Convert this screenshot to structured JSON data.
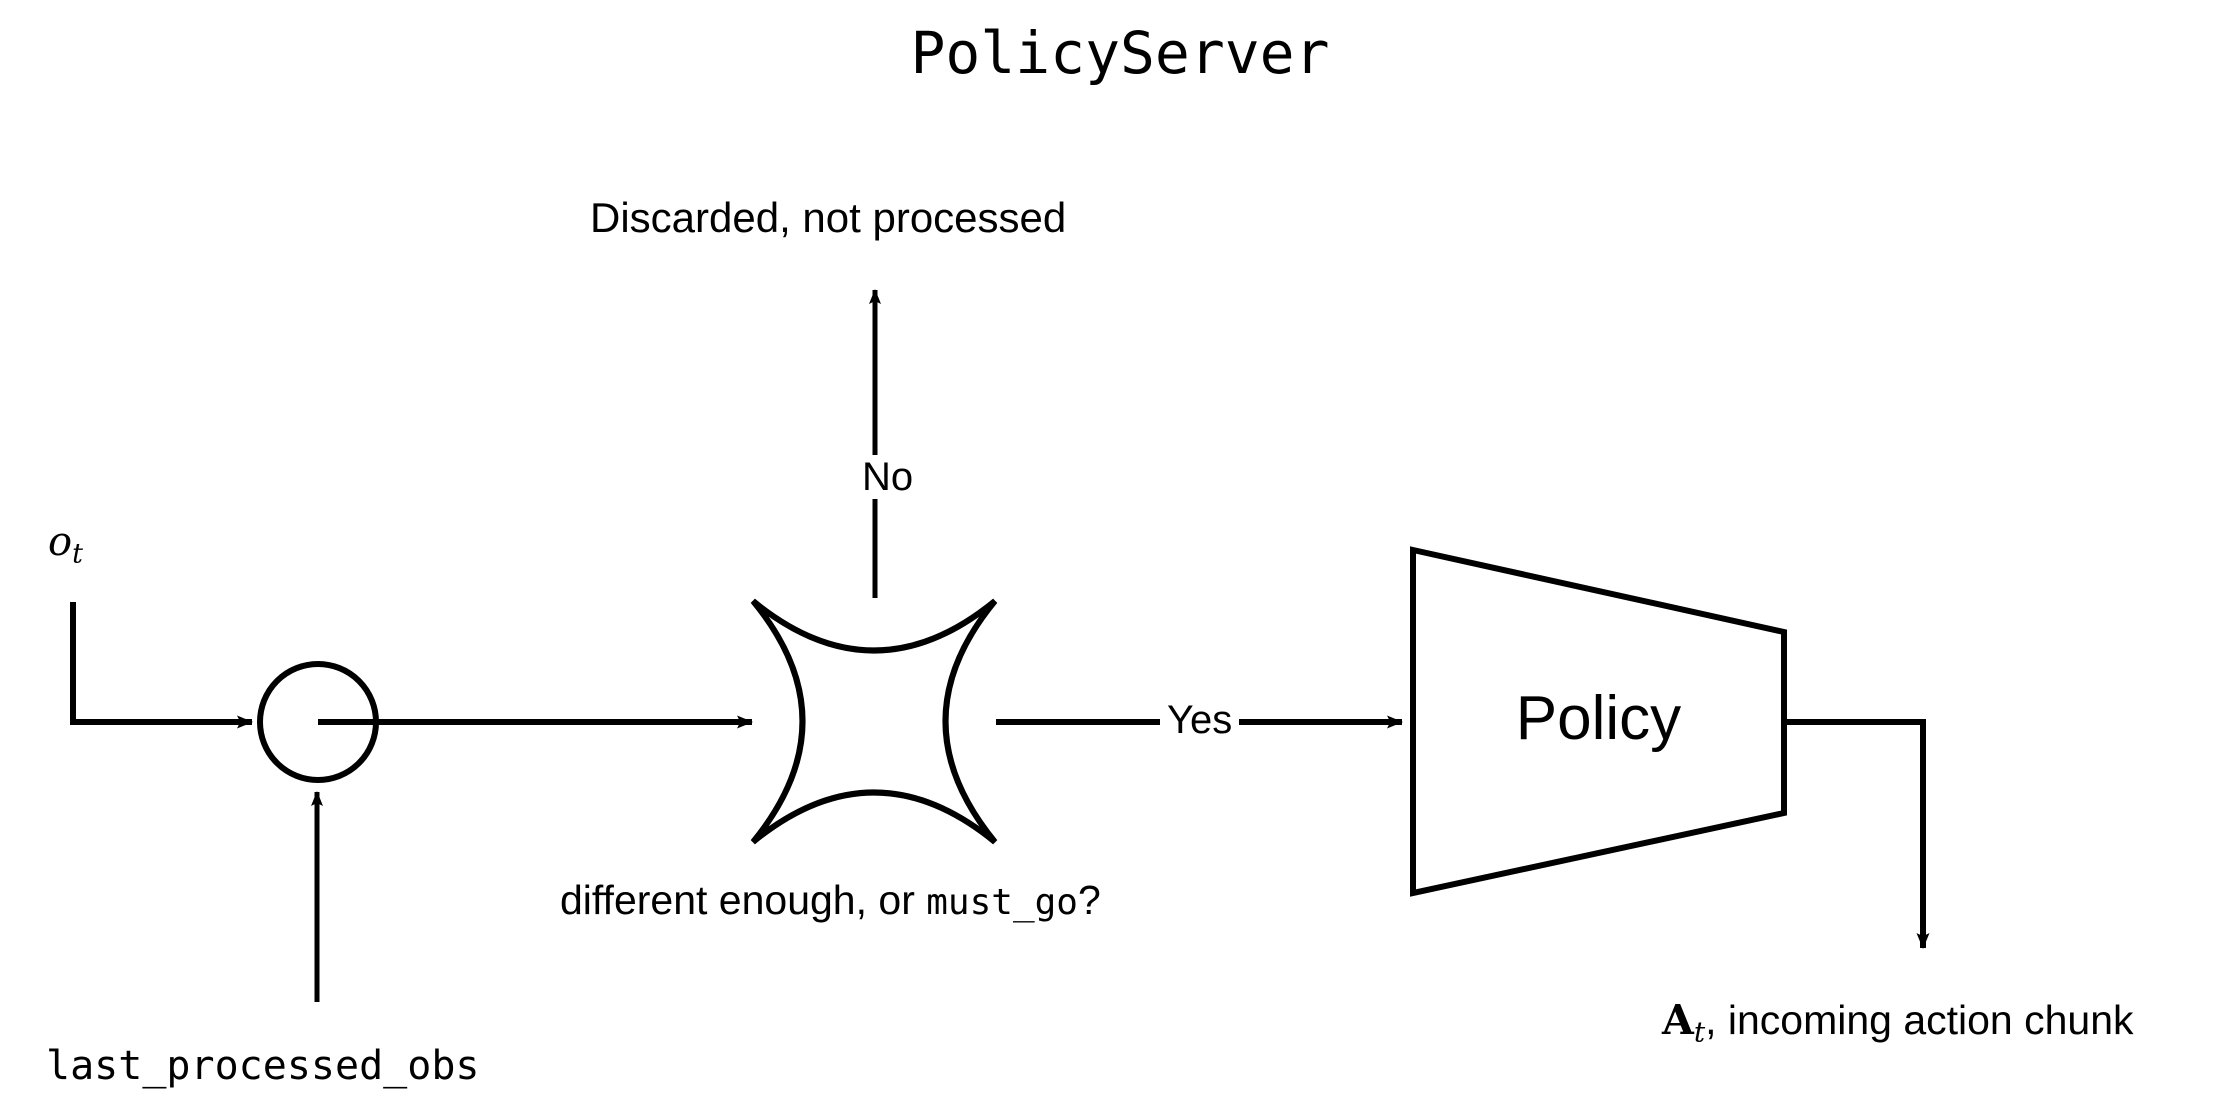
{
  "diagram": {
    "title": "PolicyServer",
    "nodes": {
      "aggregator": {
        "name": "aggregation-junction",
        "shape": "circle",
        "label": ""
      },
      "decision": {
        "name": "decision-star",
        "shape": "four-point-concave-star",
        "label_prefix": "different enough, or ",
        "label_code": "must_go",
        "label_suffix": "?"
      },
      "policy": {
        "name": "policy-block",
        "shape": "trapezoid",
        "label": "Policy"
      }
    },
    "inputs": {
      "observation": {
        "symbol": "o",
        "subscript": "t"
      },
      "last_processed_obs": "last_processed_obs"
    },
    "branches": {
      "no": {
        "label": "No",
        "target": "Discarded, not processed"
      },
      "yes": {
        "label": "Yes",
        "target": "Policy"
      }
    },
    "outputs": {
      "action_chunk": {
        "symbol": "A",
        "subscript": "t",
        "description": ", incoming action chunk"
      }
    },
    "labels": {
      "discarded": "Discarded, not processed",
      "no": "No",
      "yes": "Yes",
      "policy": "Policy",
      "last_processed_obs": "last_processed_obs"
    },
    "colors": {
      "stroke": "#000000",
      "background": "#ffffff",
      "text": "#000000"
    }
  }
}
